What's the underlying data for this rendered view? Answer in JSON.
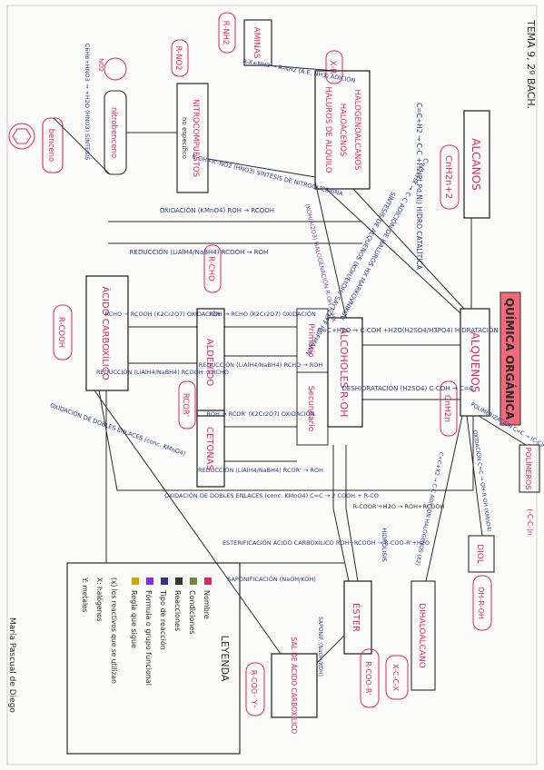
{
  "header": {
    "tema": "TEMA 9, 2º BACH."
  },
  "author": "María Pascual de Diego",
  "title": "QUÍMICA ORGÁNICA",
  "nodes": {
    "alcanos": {
      "name": "ALCANOS",
      "formula": "CnH2n+2"
    },
    "alquenos": {
      "name": "ALQUENOS",
      "formula": "CnH2n"
    },
    "halogenoalcanos": {
      "name1": "HALOGENOALCANOS",
      "name2": "HALOACENOS",
      "name3": "HALUROS DE ALQUILO",
      "formula": "X-R"
    },
    "aminas": {
      "name": "AMINAS",
      "formula": "R-NH2"
    },
    "nitro": {
      "name": "NITROCOMPUESTOS",
      "sub": "no específico",
      "formula": "R-NO2"
    },
    "benceno": {
      "name": "benceno"
    },
    "nitrobenceno": {
      "name": "nitrobenceno",
      "formula": "NO2"
    },
    "alcoholes": {
      "name": "ALCOHOLES R-OH",
      "primario": "Primario",
      "secundario": "Secundario"
    },
    "aldehido": {
      "name": "ALDEHÍDO",
      "formula": "R-CHO"
    },
    "cetonas": {
      "name": "CETONAS",
      "formula": "RCOR'"
    },
    "acido": {
      "name": "ÁCIDO CARBOXÍLICO",
      "formula": "R-COOH"
    },
    "ester": {
      "name": "ÉSTER",
      "formula": "R-COO-R'"
    },
    "sal": {
      "name": "SAL DE ÁCIDO CARBOXÍLICO",
      "formula": "R-COO⁻ Y⁺"
    },
    "diol": {
      "name": "DIOL",
      "formula": "OH-R-OH"
    },
    "dihaloalcano": {
      "name": "DIHALOALCANO",
      "formula": "X-C-C-X"
    },
    "polimeros": {
      "name": "POLÍMEROS",
      "formula": "(-C-C-)n"
    }
  },
  "labels": {
    "hidrogenacion": "C=C+H2 → C-C  +H2(Pt,Pd,Ni)  HIDRO CATALÍTICA",
    "adicion_halur": "C=C+HX → C-C  ADICIÓN DE HALUROS HX  MARKOVNIKOV",
    "sintesis_alquenos": "SÍNTESIS DE ALQUENOS  (KOH/EtOH)  SAYTZEFF HOFMANN",
    "hidratacion": "C=C+H2O → C-COH  +H2O(H2SO4/H3PO4)  HIDRATACIÓN",
    "deshidratacion": "DESHIDRATACIÓN  (H2SO4)  C-COH → C=C",
    "halogenacion": "(KOH/Al2O3)  HALOGENACIÓN  R-OH + HX",
    "adicion_amina": "R-X+NH3 → R-NH2  (A.E. NH3)  ADICIÓN",
    "sintesis_nitro": "R-OH+R'-NO2  (HNO3)  SÍNTESIS DE NITROGLICERINA",
    "nitracion": "C6H6+HNO3 → +H2O  (HNO3)  SÍNTESIS",
    "oxid_largo": "OXIDACIÓN (KMnO4)  ROH → RCOOH",
    "reduc_largo": "REDUCCIÓN (LiAlH4/NaBH4)  RCOOH → ROH",
    "alc_ald_ox": "ROH → RCHO  (K2Cr2O7)  OXIDACIÓN",
    "alc_ald_red": "REDUCCIÓN (LiAlH4/NaBH4)  RCHO → ROH",
    "ald_acido_ox": "RCHO → RCOOH  (K2Cr2O7)  OXIDACIÓN",
    "acido_ald_red": "REDUCCIÓN (LiAlH4/NaBH4)  RCOOH → RCHO",
    "alc_cet_ox": "ROH → RCOR'  (K2Cr2O7)  OXIDACIÓN",
    "cet_alc_red": "REDUCCIÓN (LiAlH4/NaBH4)  RCOR' → ROH",
    "ox_dobles": "OXIDACIÓN DE DOBLES ENLACES (conc. KMnO4)",
    "ox_dobles2": "OXIDACIÓN DE DOBLES ENLACES (conc. KMnO4)  C=C → 2 COOH + R-CO",
    "esterificacion": "ESTERIFICACIÓN  ÁCIDO CARBOXÍLICO  ROH+RCOOH → R-COO-R'+H2O",
    "hidrolisis": "HIDRÓLISIS",
    "hidrolisis2": "R-COOR'+H2O → ROH+RCOOH",
    "saponificacion": "SAPONIFICACIÓN  (NaOH/KOH)",
    "sap2": "SAPONIF.  (NaOH/KOH)",
    "polimer": "POLIMERIZACIÓN  C=C → (C-C)n",
    "diol_label": "OXIDACIÓN  C=C → OH-R-OH  (KMnO4)",
    "dihalo_label": "C=C+X2 → C-C  ADICIÓN HALÓGENOS (X2)"
  },
  "legend": {
    "title": "LEYENDA",
    "items": [
      {
        "text": "Nombre",
        "color": "#e0245e"
      },
      {
        "text": "Condiciones",
        "color": "#6a8f3a"
      },
      {
        "text": "Reacciones",
        "color": "#333333"
      },
      {
        "text": "Tipo de reacción",
        "color": "#2b3a8f"
      },
      {
        "text": "Fórmula o grupo funcional",
        "color": "#8a2be2"
      },
      {
        "text": "Regla que sigue",
        "color": "#d4a300"
      }
    ],
    "notes": [
      "(x) los reactivos que se utilizan",
      "X: halógenos",
      "Y: metales"
    ]
  },
  "colors": {
    "ink": "#2a2a2a",
    "pink": "#e0245e",
    "red": "#e23b4a",
    "blue": "#2b3a8f",
    "purple": "#7a4aa8",
    "titlebg": "#f06a7a"
  }
}
